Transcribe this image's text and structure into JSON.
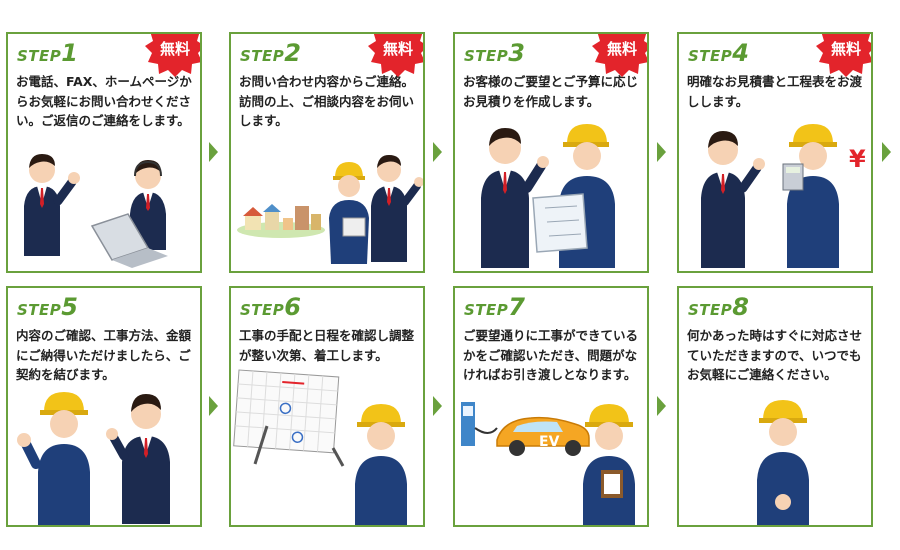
{
  "free_badge": "無料",
  "step_word": "STEP",
  "steps": [
    {
      "number": "1",
      "text": "お電話、FAX、ホームページからお気軽にお問い合わせください。ご返信のご連絡をします。",
      "free": true
    },
    {
      "number": "2",
      "text": "お問い合わせ内容からご連絡。訪問の上、ご相談内容をお伺いします。",
      "free": true
    },
    {
      "number": "3",
      "text": "お客様のご要望とご予算に応じお見積りを作成します。",
      "free": true
    },
    {
      "number": "4",
      "text": "明確なお見積書と工程表をお渡しします。",
      "free": true
    },
    {
      "number": "5",
      "text": "内容のご確認、工事方法、金額にご納得いただけましたら、ご契約を結びます。",
      "free": false
    },
    {
      "number": "6",
      "text": "工事の手配と日程を確認し調整が整い次第、着工します。",
      "free": false
    },
    {
      "number": "7",
      "text": "ご要望通りに工事ができているかをご確認いただき、問題がなければお引き渡しとなります。",
      "free": false
    },
    {
      "number": "8",
      "text": "何かあった時はすぐに対応させていただきますので、いつでもお気軽にご連絡ください。",
      "free": false
    }
  ],
  "ev_label": "EV",
  "yen_symbol": "¥",
  "colors": {
    "green": "#6aa13d",
    "badge_red": "#e3242b",
    "navy": "#1f3f7a",
    "helmet": "#f2c318"
  }
}
